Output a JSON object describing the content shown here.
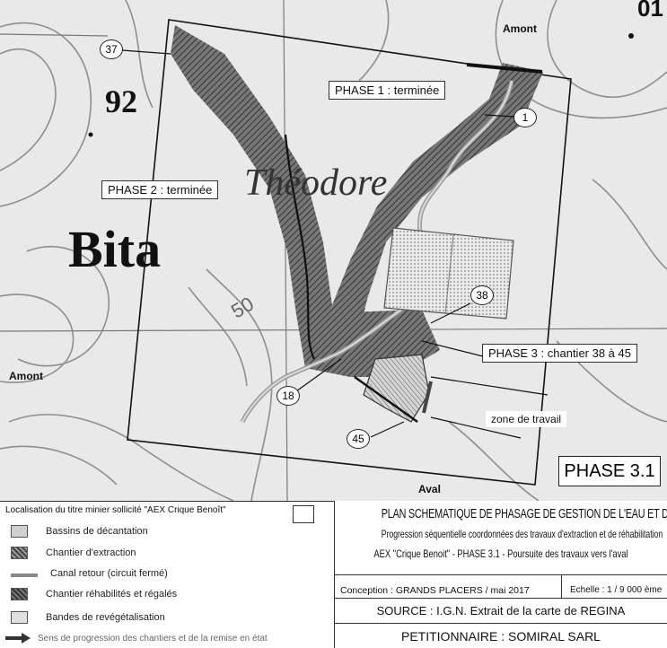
{
  "map": {
    "labels": {
      "elev_92": "92",
      "place_bita": "Bita",
      "place_theodore": "Théodore",
      "contour_50": "50",
      "amont_left": "Amont",
      "amont_top": "Amont",
      "aval": "Aval",
      "top_right_fragment": "01"
    },
    "phase_boxes": {
      "phase1": "PHASE 1 : terminée",
      "phase2": "PHASE 2 : terminée",
      "phase3": "PHASE 3 : chantier 38 à 45",
      "zone": "zone de travail",
      "phase31": "PHASE 3.1"
    },
    "markers": {
      "m37": "37",
      "m1": "1",
      "m38": "38",
      "m18": "18",
      "m45": "45"
    }
  },
  "legend": {
    "title": "Localisation du titre minier sollicité \"AEX Crique Benoît\"",
    "items": [
      {
        "label": "Bassins de décantation",
        "color": "#c9c9c9"
      },
      {
        "label": "Chantier d'extraction",
        "color": "#6a6a6a"
      },
      {
        "label": "Canal retour (circuit fermé)",
        "color": "#8a8a8a"
      },
      {
        "label": "Chantier réhabilités et régalés",
        "color": "#505050"
      },
      {
        "label": "Bandes de revégétalisation",
        "color": "#dcdcdc"
      },
      {
        "label": "Sens de progression des chantiers et de la remise en état",
        "color": "#333333"
      }
    ]
  },
  "info": {
    "title": "PLAN SCHEMATIQUE DE PHASAGE DE GESTION DE L'EAU ET DES TRAVAUX",
    "subtitle": "Progression séquentielle coordonnées des travaux d'extraction et de réhabilitation",
    "subtitle2": "AEX \"Crique Benoit\" - PHASE 3.1 - Poursuite des travaux vers l'aval",
    "conception": "Conception : GRANDS PLACERS / mai 2017",
    "echelle": "Echelle : 1 / 9 000 ème",
    "source": "SOURCE : I.G.N. Extrait de la carte de REGINA",
    "petitionnaire": "PETITIONNAIRE : SOMIRAL SARL"
  }
}
